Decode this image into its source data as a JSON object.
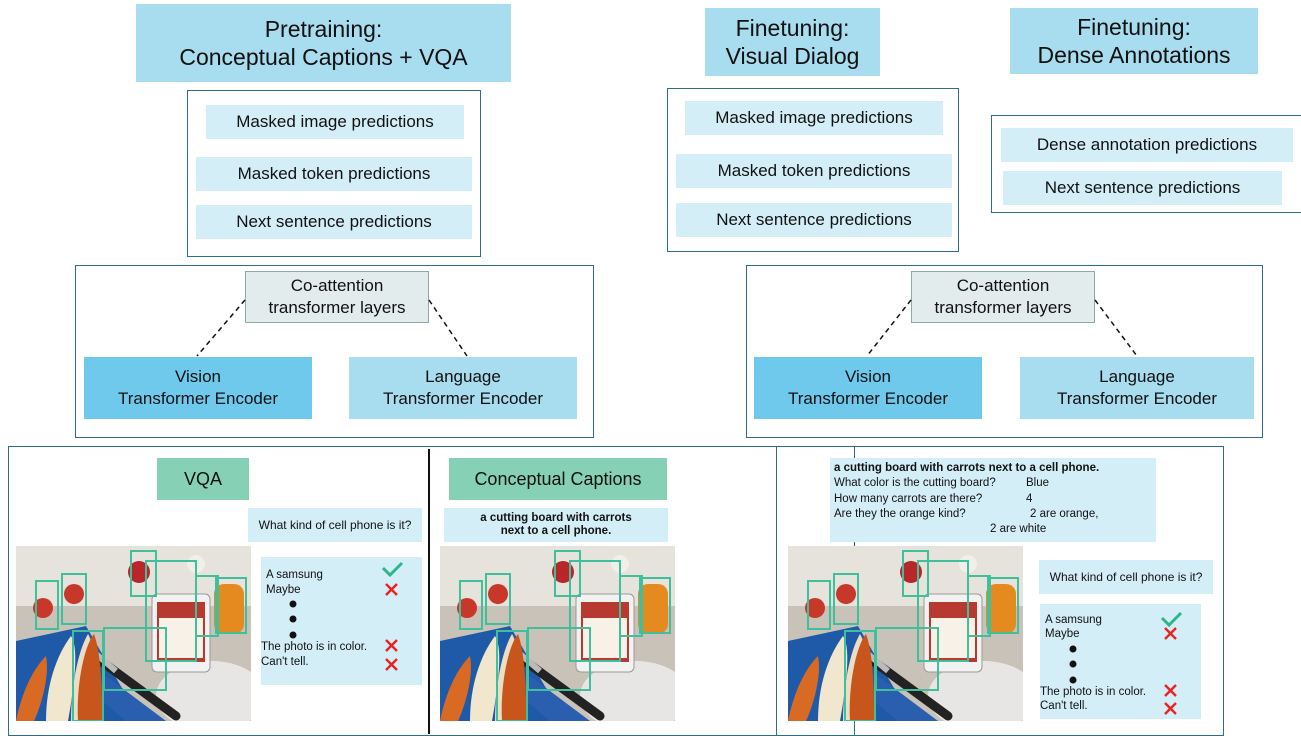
{
  "left": {
    "title_line1": "Pretraining:",
    "title_line2": "Conceptual Captions  + VQA",
    "heads": [
      "Masked image predictions",
      "Masked token predictions",
      "Next sentence predictions"
    ],
    "coattention": [
      "Co-attention",
      "transformer layers"
    ],
    "vision": [
      "Vision",
      "Transformer Encoder"
    ],
    "language": [
      "Language",
      "Transformer Encoder"
    ],
    "vqa_label": "VQA",
    "vqa_question": "What kind of cell phone is it?",
    "vqa_answers": [
      "A samsung",
      "Maybe",
      "The photo is in color.",
      "Can't tell."
    ],
    "cc_label": "Conceptual Captions",
    "cc_caption": [
      "a cutting board with carrots",
      "next to a cell phone."
    ]
  },
  "middle": {
    "title_line1": "Finetuning:",
    "title_line2": "Visual Dialog",
    "heads": [
      "Masked image predictions",
      "Masked token predictions",
      "Next sentence predictions"
    ],
    "coattention": [
      "Co-attention",
      "transformer layers"
    ],
    "vision": [
      "Vision",
      "Transformer Encoder"
    ],
    "language": [
      "Language",
      "Transformer Encoder"
    ],
    "dialog_caption": "a cutting board with carrots next to a cell phone.",
    "dialog": [
      {
        "q": "What color is the cutting board?",
        "a": "Blue"
      },
      {
        "q": "How many carrots are there?",
        "a": "4"
      },
      {
        "q": "Are they the orange kind?",
        "a": "2 are orange,"
      }
    ],
    "dialog_cont": "2 are white",
    "question": "What kind of cell phone is it?",
    "answers": [
      "A samsung",
      "Maybe",
      "The photo is in color.",
      "Can't tell."
    ]
  },
  "right": {
    "title_line1": "Finetuning:",
    "title_line2": "Dense Annotations",
    "heads": [
      "Dense annotation predictions",
      "Next sentence predictions"
    ]
  },
  "colors": {
    "title_bg": "#a8dcef",
    "frame": "#2d6e86",
    "vision_bg": "#6ec9ec",
    "green_label": "#86d1b6",
    "box_green": "#3fbf9b",
    "check": "#2fb58c",
    "cross": "#e8221f"
  }
}
